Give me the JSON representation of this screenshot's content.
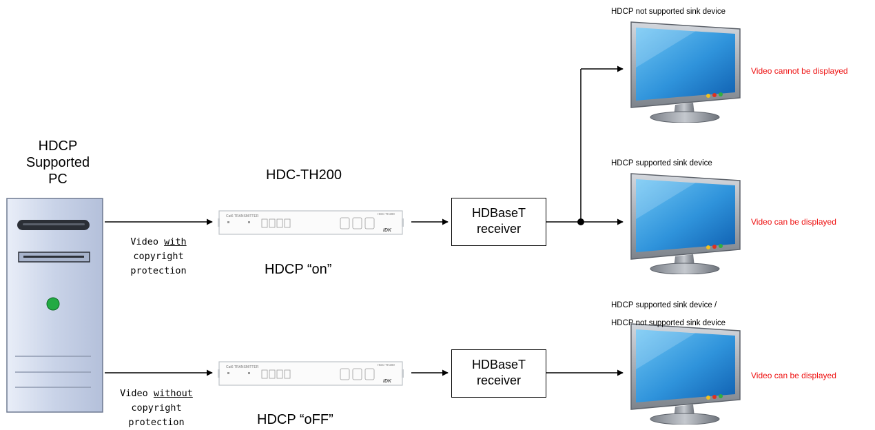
{
  "pc": {
    "title_lines": [
      "HDCP",
      "Supported",
      "PC"
    ]
  },
  "transmitter": {
    "model": "HDC-TH200",
    "panel_text": "Cat6 TRANSMITTER",
    "panel_model": "HDC-TH200",
    "brand": "IDK"
  },
  "paths": [
    {
      "video_label": [
        "Video ",
        "with",
        "copyright",
        "protection"
      ],
      "hdcp_label": "HDCP  “on”",
      "receiver_label": [
        "HDBaseT",
        "receiver"
      ]
    },
    {
      "video_label": [
        "Video ",
        "without",
        "copyright",
        "protection"
      ],
      "hdcp_label": "HDCP  “oFF”",
      "receiver_label": [
        "HDBaseT",
        "receiver"
      ]
    }
  ],
  "sinks": [
    {
      "label": [
        "HDCP not supported sink device"
      ],
      "result": "Video cannot be displayed"
    },
    {
      "label": [
        "HDCP supported sink device"
      ],
      "result": "Video can be displayed"
    },
    {
      "label": [
        "HDCP supported sink device /",
        "HDCP not supported sink device"
      ],
      "result": "Video can be displayed"
    }
  ],
  "colors": {
    "result_text": "#ee1111",
    "pc_case": "#c6d1e6",
    "pc_led": "#22aa44",
    "screen": "#3a9fe0",
    "monitor_frame": "#8a8f96"
  }
}
